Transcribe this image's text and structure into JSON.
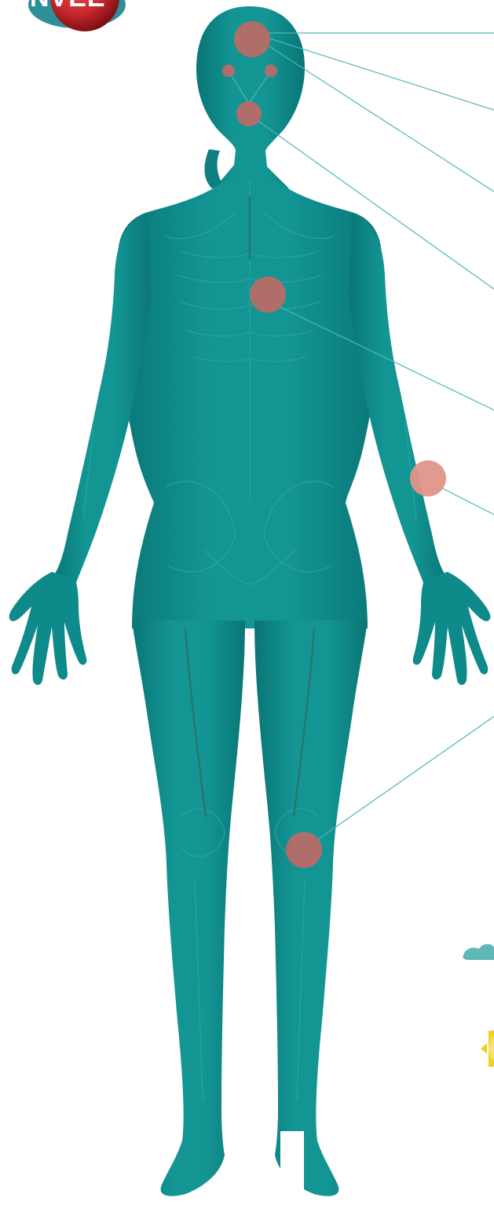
{
  "logo": {
    "text": "NVEE",
    "colors": {
      "sphere": "#c8282e",
      "sphere_shadow": "#8e1418",
      "ring": "#2e8f96",
      "text": "#ffffff"
    }
  },
  "figure": {
    "description_icon": "human-body-icon",
    "colors": {
      "body": "#0f8c8c",
      "body_dark": "#0a6f70",
      "body_light": "#27a3a1",
      "vein": "#2f6a5c",
      "bone": "#1a9c99"
    }
  },
  "markers": {
    "color": "#c0706a",
    "highlight_color": "#e0938a",
    "items": [
      {
        "name": "forehead",
        "style": "normal"
      },
      {
        "name": "left-eye",
        "style": "normal"
      },
      {
        "name": "right-eye",
        "style": "normal"
      },
      {
        "name": "mouth",
        "style": "normal"
      },
      {
        "name": "chest",
        "style": "normal"
      },
      {
        "name": "wrist",
        "style": "highlight"
      },
      {
        "name": "knee",
        "style": "normal"
      }
    ]
  },
  "connector_color": "#4fb6b6",
  "side_icons": [
    {
      "name": "cloud-icon",
      "color": "#5eb9b6"
    },
    {
      "name": "sun-icon",
      "color": "#f2cf25"
    }
  ]
}
